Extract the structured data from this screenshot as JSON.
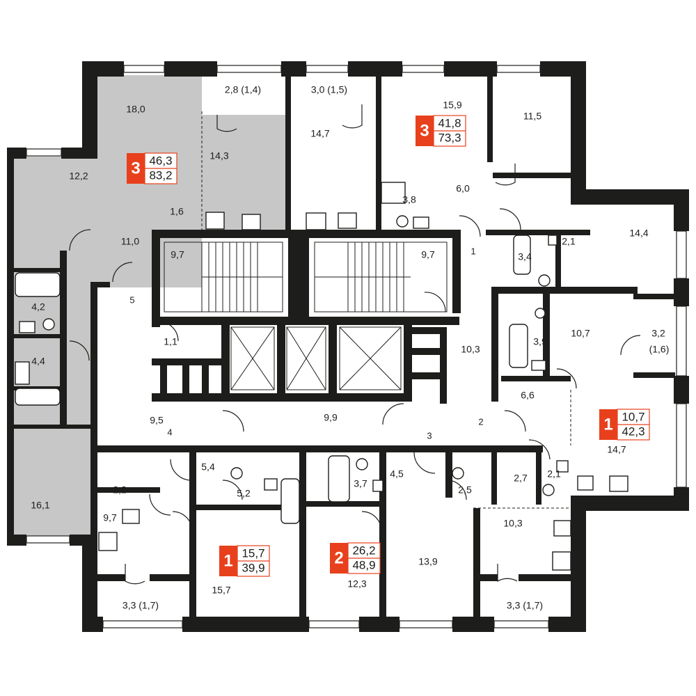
{
  "colors": {
    "wall": "#1d1d1b",
    "highlight_unit": "#c7c7c7",
    "badge": "#e8401c",
    "background": "#ffffff"
  },
  "units": [
    {
      "rooms": "3",
      "living_area": "46,3",
      "total_area": "83,2",
      "highlighted": true
    },
    {
      "rooms": "3",
      "living_area": "41,8",
      "total_area": "73,3",
      "highlighted": false
    },
    {
      "rooms": "1",
      "living_area": "10,7",
      "total_area": "42,3",
      "highlighted": false
    },
    {
      "rooms": "1",
      "living_area": "15,7",
      "total_area": "39,9",
      "highlighted": false
    },
    {
      "rooms": "2",
      "living_area": "26,2",
      "total_area": "48,9",
      "highlighted": false
    }
  ],
  "room_labels": [
    "18,0",
    "2,8 (1,4)",
    "3,0 (1,5)",
    "15,9",
    "11,5",
    "14,3",
    "14,7",
    "12,2",
    "1,6",
    "3,8",
    "6,0",
    "14,4",
    "11,0",
    "9,7",
    "9,7",
    "2,1",
    "3,4",
    "1",
    "5",
    "4,2",
    "3,2",
    "(1,6)",
    "1,1",
    "10,3",
    "10,7",
    "3,9",
    "4,4",
    "6,6",
    "9,5",
    "4",
    "9,9",
    "2",
    "3",
    "14,7",
    "5,4",
    "4,5",
    "2,7",
    "2,1",
    "2,2",
    "5,2",
    "3,7",
    "2,5",
    "16,1",
    "9,7",
    "10,3",
    "13,9",
    "15,7",
    "12,3",
    "3,3 (1,7)",
    "3,3 (1,7)"
  ]
}
